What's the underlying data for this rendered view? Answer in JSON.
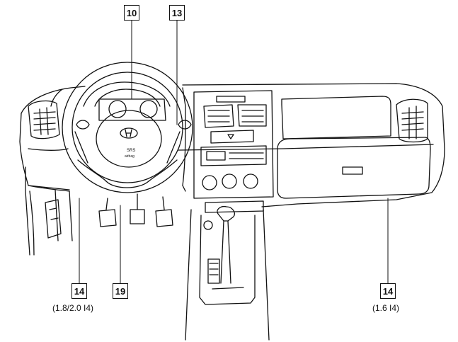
{
  "callouts": {
    "c10": "10",
    "c13": "13",
    "c14_left": "14",
    "c19": "19",
    "c14_right": "14"
  },
  "notes": {
    "left": "(1.8/2.0 I4)",
    "right": "(1.6 I4)"
  },
  "airbag_text": {
    "line1": "SRS",
    "line2": "airbag"
  },
  "colors": {
    "ink": "#111111",
    "background": "#ffffff"
  }
}
